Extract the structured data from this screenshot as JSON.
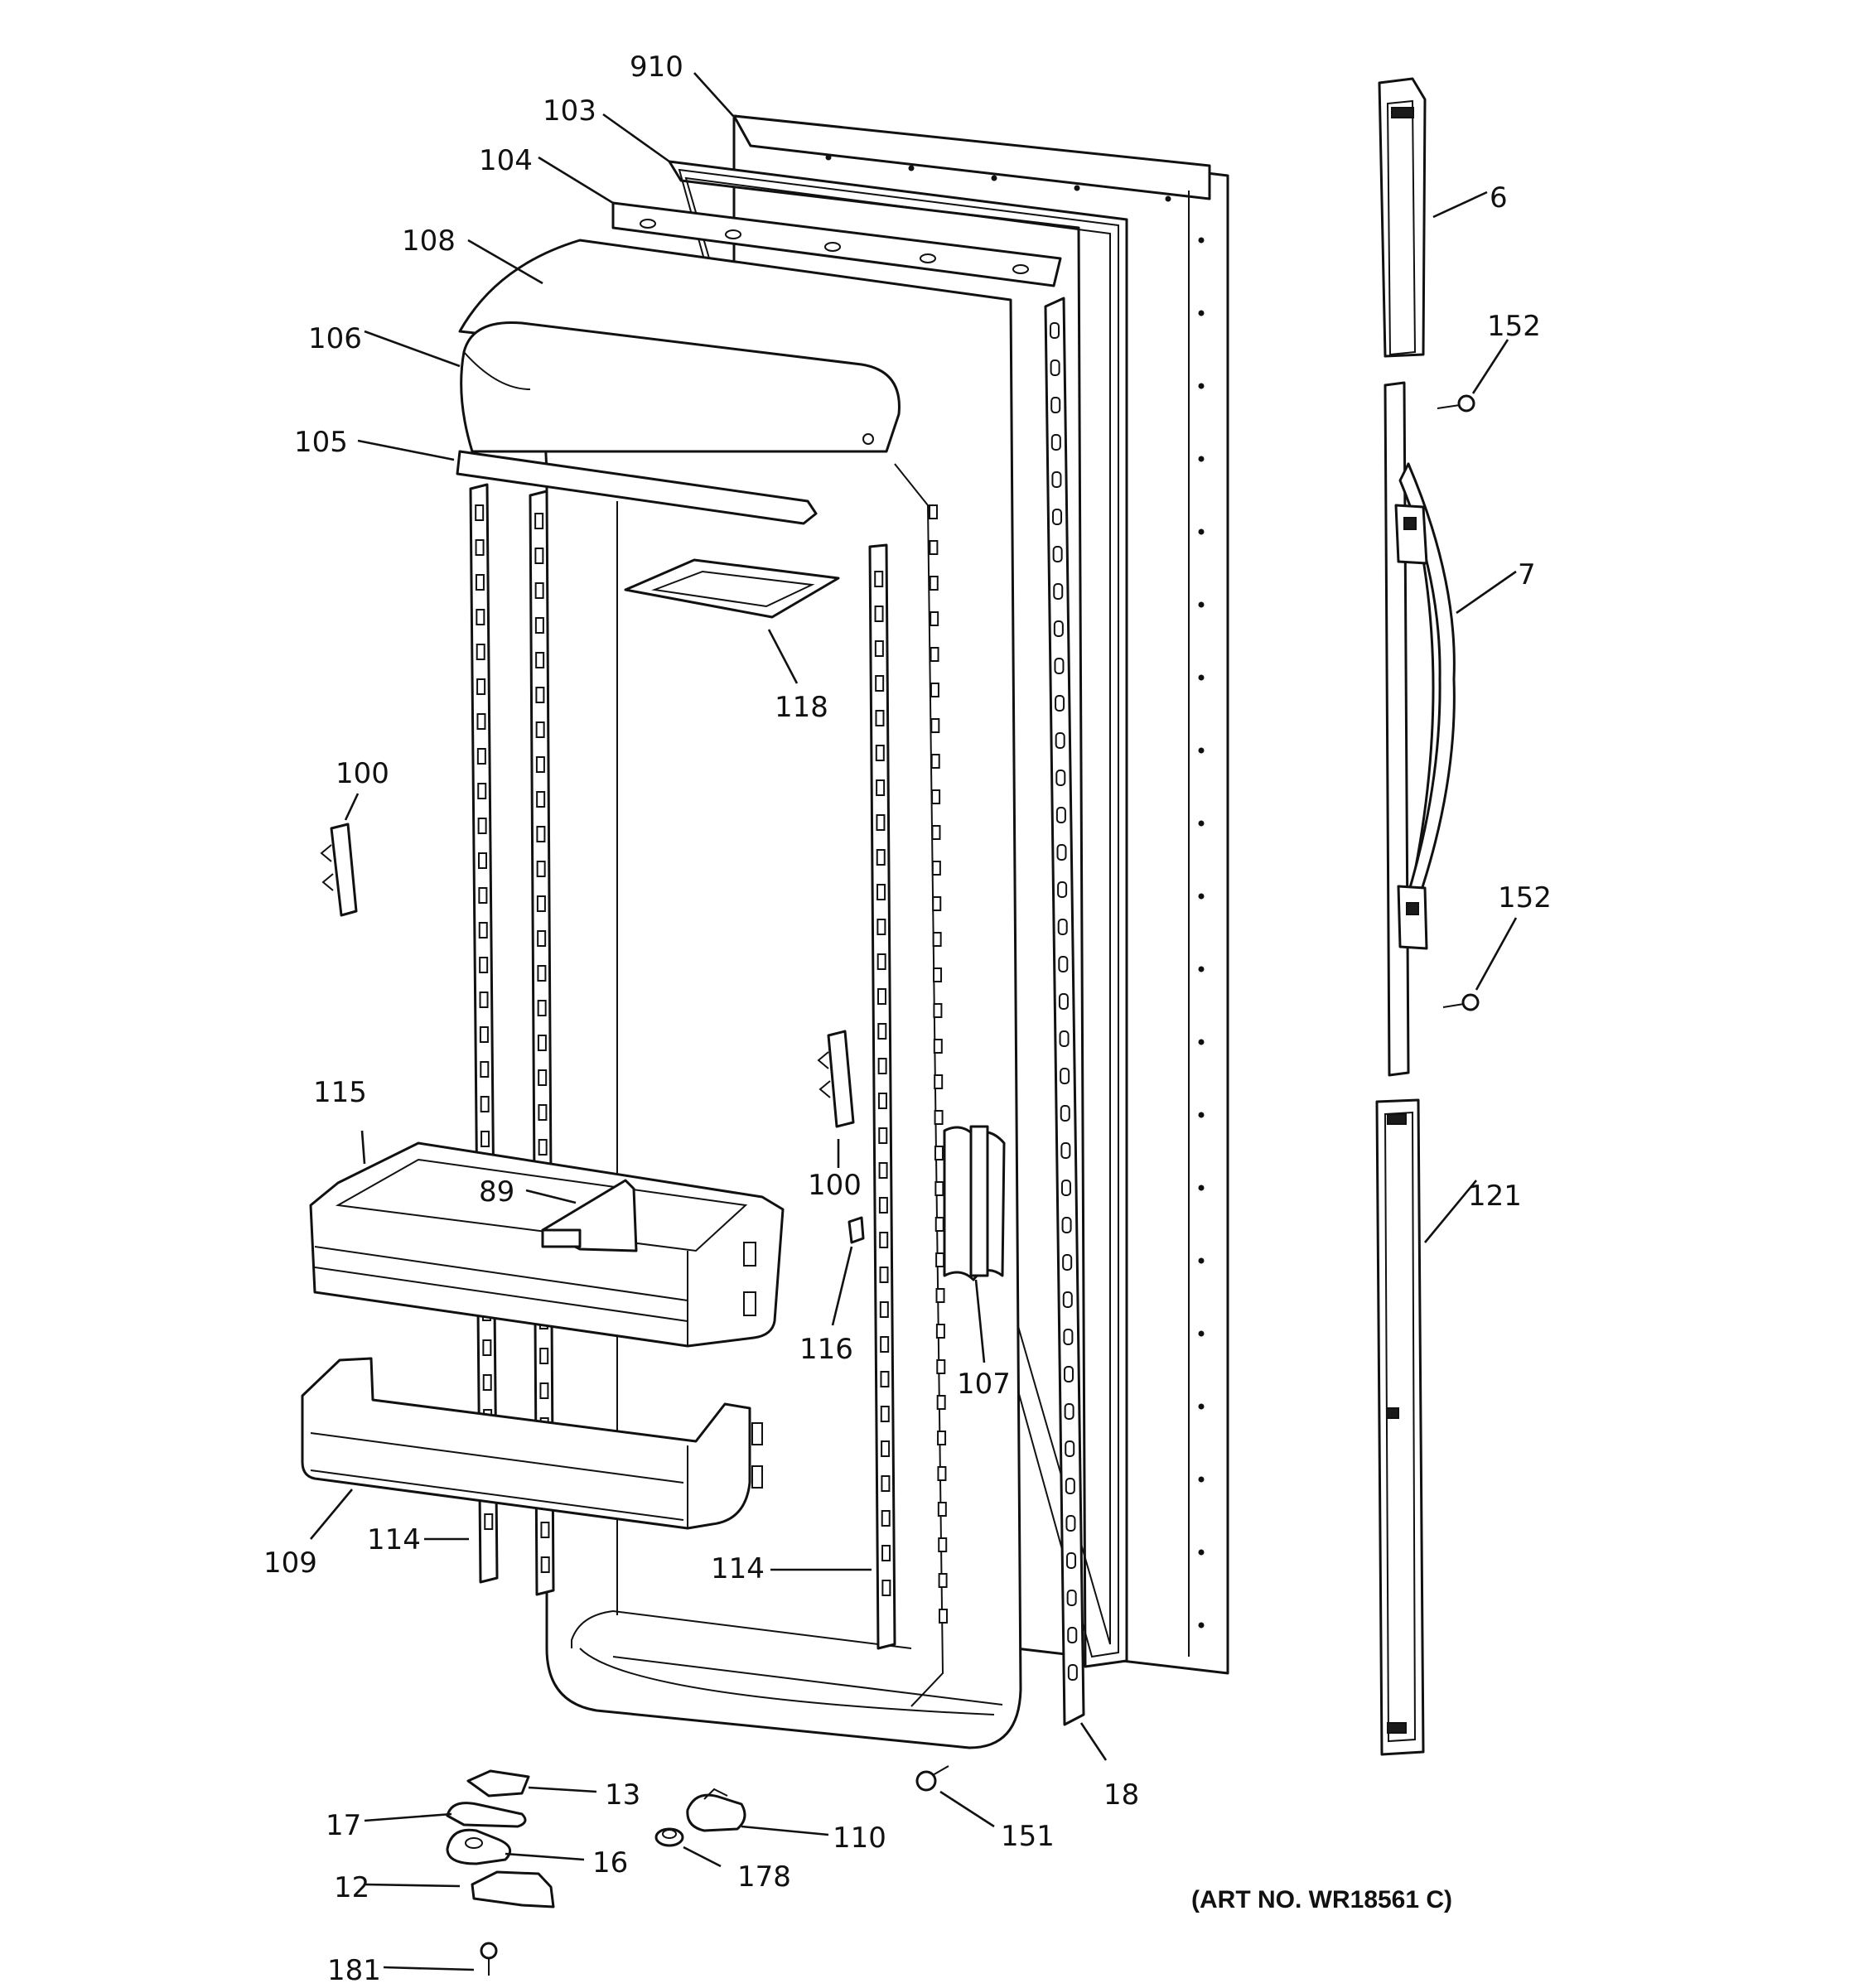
{
  "diagram": {
    "art_number": "(ART NO. WR18561 C)",
    "callouts": [
      {
        "id": "910",
        "text": "910"
      },
      {
        "id": "103",
        "text": "103"
      },
      {
        "id": "104",
        "text": "104"
      },
      {
        "id": "108",
        "text": "108"
      },
      {
        "id": "106",
        "text": "106"
      },
      {
        "id": "105",
        "text": "105"
      },
      {
        "id": "118",
        "text": "118"
      },
      {
        "id": "100a",
        "text": "100"
      },
      {
        "id": "100b",
        "text": "100"
      },
      {
        "id": "115",
        "text": "115"
      },
      {
        "id": "89",
        "text": "89"
      },
      {
        "id": "116",
        "text": "116"
      },
      {
        "id": "107",
        "text": "107"
      },
      {
        "id": "109",
        "text": "109"
      },
      {
        "id": "114a",
        "text": "114"
      },
      {
        "id": "114b",
        "text": "114"
      },
      {
        "id": "6",
        "text": "6"
      },
      {
        "id": "152a",
        "text": "152"
      },
      {
        "id": "7",
        "text": "7"
      },
      {
        "id": "152b",
        "text": "152"
      },
      {
        "id": "121",
        "text": "121"
      },
      {
        "id": "13",
        "text": "13"
      },
      {
        "id": "17",
        "text": "17"
      },
      {
        "id": "16",
        "text": "16"
      },
      {
        "id": "12",
        "text": "12"
      },
      {
        "id": "181",
        "text": "181"
      },
      {
        "id": "110",
        "text": "110"
      },
      {
        "id": "178",
        "text": "178"
      },
      {
        "id": "151",
        "text": "151"
      },
      {
        "id": "18",
        "text": "18"
      }
    ]
  }
}
